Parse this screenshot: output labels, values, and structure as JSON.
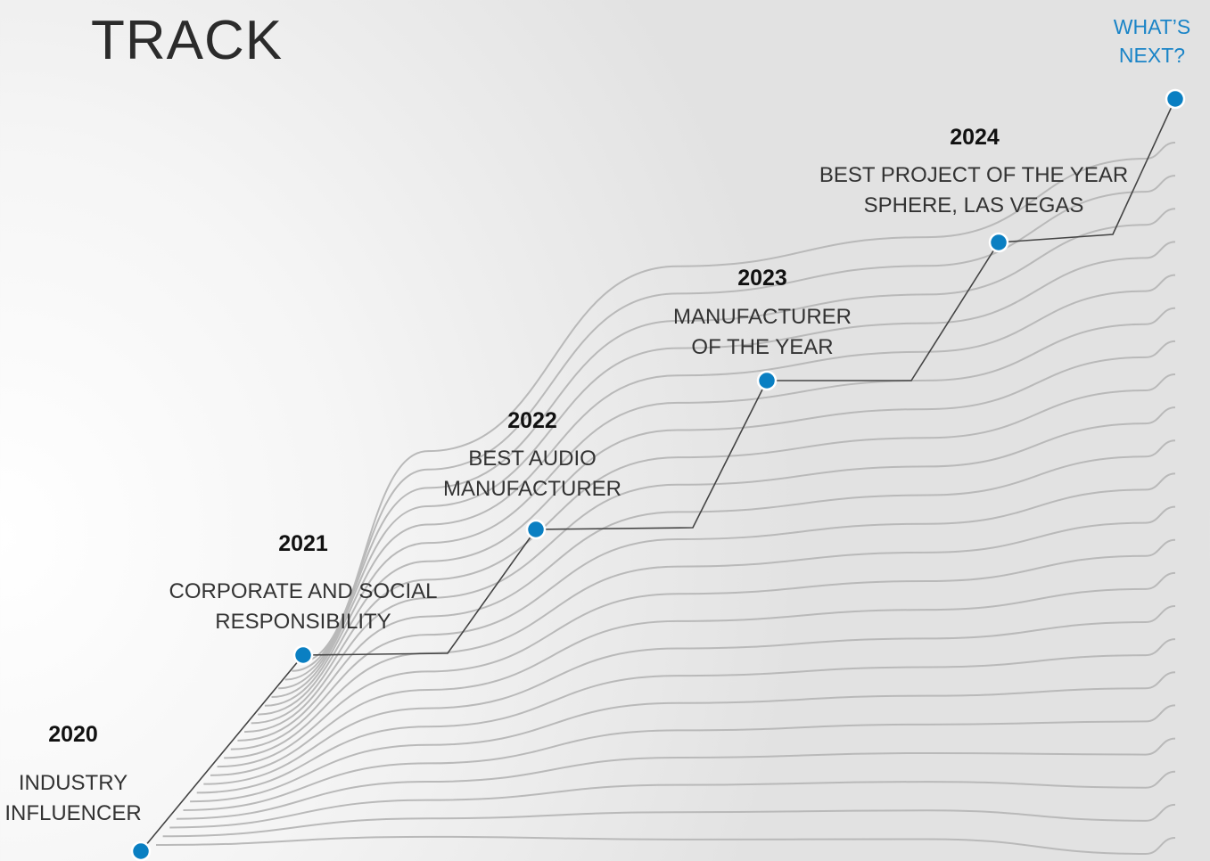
{
  "title": "TRACK",
  "whats_next": [
    "WHAT’S",
    "NEXT?"
  ],
  "milestones": [
    {
      "year": "2020",
      "award": [
        "INDUSTRY",
        "INFLUENCER"
      ]
    },
    {
      "year": "2021",
      "award": [
        "CORPORATE AND SOCIAL",
        "RESPONSIBILITY"
      ]
    },
    {
      "year": "2022",
      "award": [
        "BEST AUDIO",
        "MANUFACTURER"
      ]
    },
    {
      "year": "2023",
      "award": [
        "MANUFACTURER",
        "OF THE YEAR"
      ]
    },
    {
      "year": "2024",
      "award": [
        "BEST PROJECT OF THE YEAR",
        "SPHERE, LAS VEGAS"
      ]
    }
  ],
  "colors": {
    "accent": "#0a7fc2",
    "line": "#444444",
    "wave": "#b9b9b9"
  }
}
